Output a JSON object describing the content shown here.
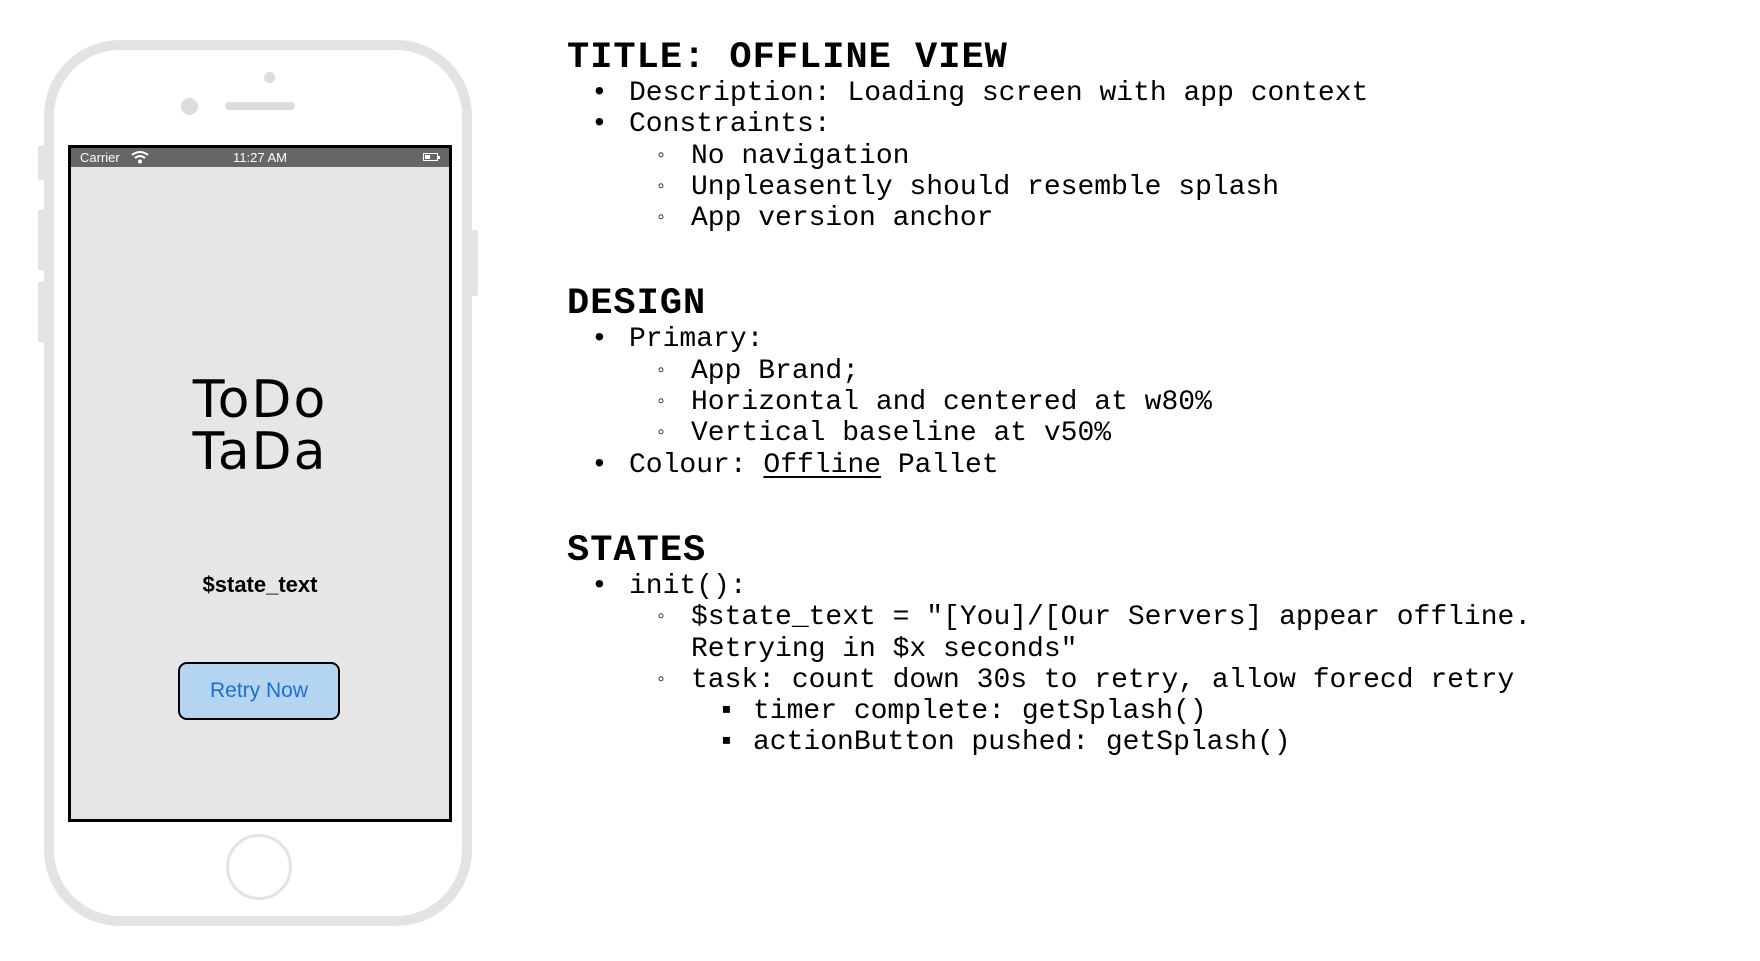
{
  "phone": {
    "status_bar": {
      "carrier": "Carrier",
      "time": "11:27 AM"
    },
    "brand": {
      "line1": "ToDo",
      "line2": "TaDa"
    },
    "state_text": "$state_text",
    "retry_button": "Retry Now"
  },
  "notes": {
    "title": {
      "heading": "TITLE: OFFLINE VIEW",
      "description": "Description: Loading screen with app context",
      "constraints_label": "Constraints:",
      "constraints": [
        "No navigation",
        "Unpleasently should resemble splash",
        "App version anchor"
      ]
    },
    "design": {
      "heading": "DESIGN",
      "primary_label": "Primary:",
      "primary": [
        "App Brand;",
        "Horizontal and centered at w80%",
        "Vertical baseline at v50%"
      ],
      "colour_prefix": "Colour: ",
      "colour_link": "Offline",
      "colour_suffix": " Pallet"
    },
    "states": {
      "heading": "STATES",
      "init_label": "init():",
      "state_line1": "$state_text = \"[You]/[Our Servers] appear offline.",
      "state_line2": "Retrying in $x seconds\"",
      "task": "task: count down 30s to retry, allow forecd retry",
      "task_items": [
        "timer complete: getSplash()",
        "actionButton pushed: getSplash()"
      ]
    }
  }
}
